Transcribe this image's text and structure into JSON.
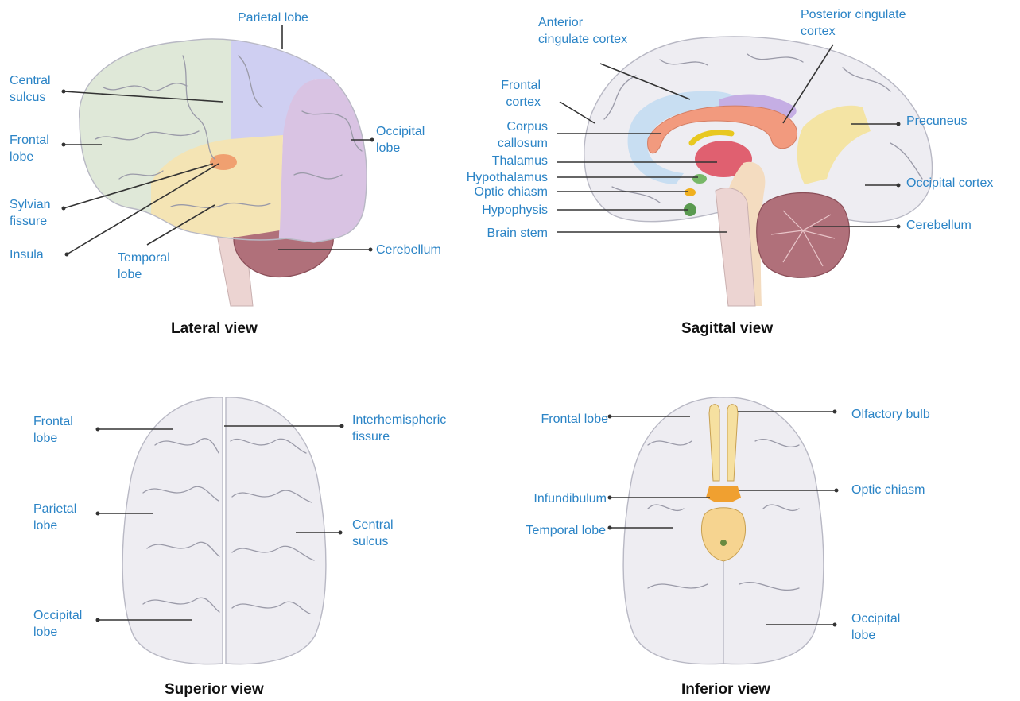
{
  "panels": {
    "lateral": {
      "caption": "Lateral view",
      "labels": {
        "parietal_lobe": "Parietal lobe",
        "central_sulcus": "Central\nsulcus",
        "frontal_lobe": "Frontal\nlobe",
        "sylvian_fissure": "Sylvian\nfissure",
        "insula": "Insula",
        "temporal_lobe": "Temporal\nlobe",
        "occipital_lobe": "Occipital\nlobe",
        "cerebellum": "Cerebellum"
      }
    },
    "sagittal": {
      "caption": "Sagittal view",
      "labels": {
        "anterior_cingulate_cortex": "Anterior\ncingulate cortex",
        "posterior_cingulate_cortex": "Posterior cingulate\ncortex",
        "frontal_cortex": "Frontal\ncortex",
        "corpus_callosum": "Corpus\ncallosum",
        "thalamus": "Thalamus",
        "hypothalamus": "Hypothalamus",
        "optic_chiasm": "Optic chiasm",
        "hypophysis": "Hypophysis",
        "brain_stem": "Brain stem",
        "precuneus": "Precuneus",
        "occipital_cortex": "Occipital cortex",
        "cerebellum": "Cerebellum"
      }
    },
    "superior": {
      "caption": "Superior view",
      "labels": {
        "frontal_lobe": "Frontal\nlobe",
        "parietal_lobe": "Parietal\nlobe",
        "occipital_lobe": "Occipital\nlobe",
        "interhemispheric_fissure": "Interhemispheric\nfissure",
        "central_sulcus": "Central\nsulcus"
      }
    },
    "inferior": {
      "caption": "Inferior view",
      "labels": {
        "frontal_lobe": "Frontal lobe",
        "infundibulum": "Infundibulum",
        "temporal_lobe": "Temporal lobe",
        "olfactory_bulb": "Olfactory bulb",
        "optic_chiasm": "Optic chiasm",
        "occipital_lobe": "Occipital\nlobe"
      }
    }
  },
  "colors": {
    "label_text": "#2b84c6",
    "frontal_lobe": "#dfe8d8",
    "parietal_lobe": "#cfcff2",
    "occipital_lobe": "#d9c3e3",
    "temporal_lobe": "#f4e4b4",
    "insula": "#f0a070",
    "cerebellum": "#b0707a",
    "brain_stem": "#ecd4d2",
    "cortex_gray": "#eeedf2",
    "corpus_callosum": "#f29a7e",
    "thalamus": "#e06070",
    "anterior_cingulate": "#c8def2",
    "posterior_cingulate": "#c5aee4",
    "precuneus": "#f4e4a4",
    "olfactory": "#f6e0a0",
    "optic": "#f0a030"
  }
}
